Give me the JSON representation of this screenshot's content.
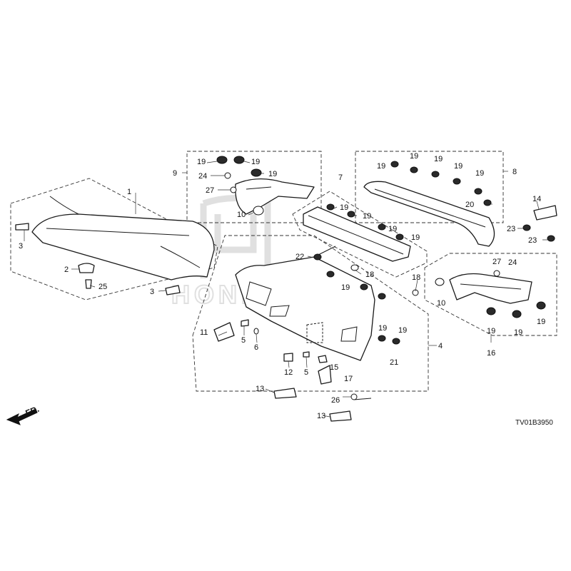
{
  "diagram": {
    "code": "TV01B3950",
    "direction_label": "FR.",
    "brand_watermark_icon": "honda-logo-watermark",
    "callouts": [
      {
        "id": "c1",
        "label": "1"
      },
      {
        "id": "c2",
        "label": "2"
      },
      {
        "id": "c3a",
        "label": "3"
      },
      {
        "id": "c3b",
        "label": "3"
      },
      {
        "id": "c25",
        "label": "25"
      },
      {
        "id": "c9",
        "label": "9"
      },
      {
        "id": "c19_9a",
        "label": "19"
      },
      {
        "id": "c19_9b",
        "label": "19"
      },
      {
        "id": "c19_9c",
        "label": "19"
      },
      {
        "id": "c24_9",
        "label": "24"
      },
      {
        "id": "c27_9",
        "label": "27"
      },
      {
        "id": "c10_9",
        "label": "10"
      },
      {
        "id": "c7",
        "label": "7"
      },
      {
        "id": "c19_7a",
        "label": "19"
      },
      {
        "id": "c19_7b",
        "label": "19"
      },
      {
        "id": "c19_7c",
        "label": "19"
      },
      {
        "id": "c19_7d",
        "label": "19"
      },
      {
        "id": "c8",
        "label": "8"
      },
      {
        "id": "c19_8a",
        "label": "19"
      },
      {
        "id": "c19_8b",
        "label": "19"
      },
      {
        "id": "c19_8c",
        "label": "19"
      },
      {
        "id": "c19_8d",
        "label": "19"
      },
      {
        "id": "c19_8e",
        "label": "19"
      },
      {
        "id": "c20",
        "label": "20"
      },
      {
        "id": "c14",
        "label": "14"
      },
      {
        "id": "c23a",
        "label": "23"
      },
      {
        "id": "c23b",
        "label": "23"
      },
      {
        "id": "c22",
        "label": "22"
      },
      {
        "id": "c18a",
        "label": "18"
      },
      {
        "id": "c18b",
        "label": "18"
      },
      {
        "id": "c19_4a",
        "label": "19"
      },
      {
        "id": "c19_4b",
        "label": "19"
      },
      {
        "id": "c19_4c",
        "label": "19"
      },
      {
        "id": "c21",
        "label": "21"
      },
      {
        "id": "c4",
        "label": "4"
      },
      {
        "id": "c11",
        "label": "11"
      },
      {
        "id": "c5a",
        "label": "5"
      },
      {
        "id": "c6",
        "label": "6"
      },
      {
        "id": "c12",
        "label": "12"
      },
      {
        "id": "c5b",
        "label": "5"
      },
      {
        "id": "c15",
        "label": "15"
      },
      {
        "id": "c17",
        "label": "17"
      },
      {
        "id": "c13a",
        "label": "13"
      },
      {
        "id": "c13b",
        "label": "13"
      },
      {
        "id": "c26",
        "label": "26"
      },
      {
        "id": "c27_16",
        "label": "27"
      },
      {
        "id": "c24_16",
        "label": "24"
      },
      {
        "id": "c10_16",
        "label": "10"
      },
      {
        "id": "c19_16a",
        "label": "19"
      },
      {
        "id": "c19_16b",
        "label": "19"
      },
      {
        "id": "c19_16c",
        "label": "19"
      },
      {
        "id": "c16",
        "label": "16"
      }
    ]
  }
}
